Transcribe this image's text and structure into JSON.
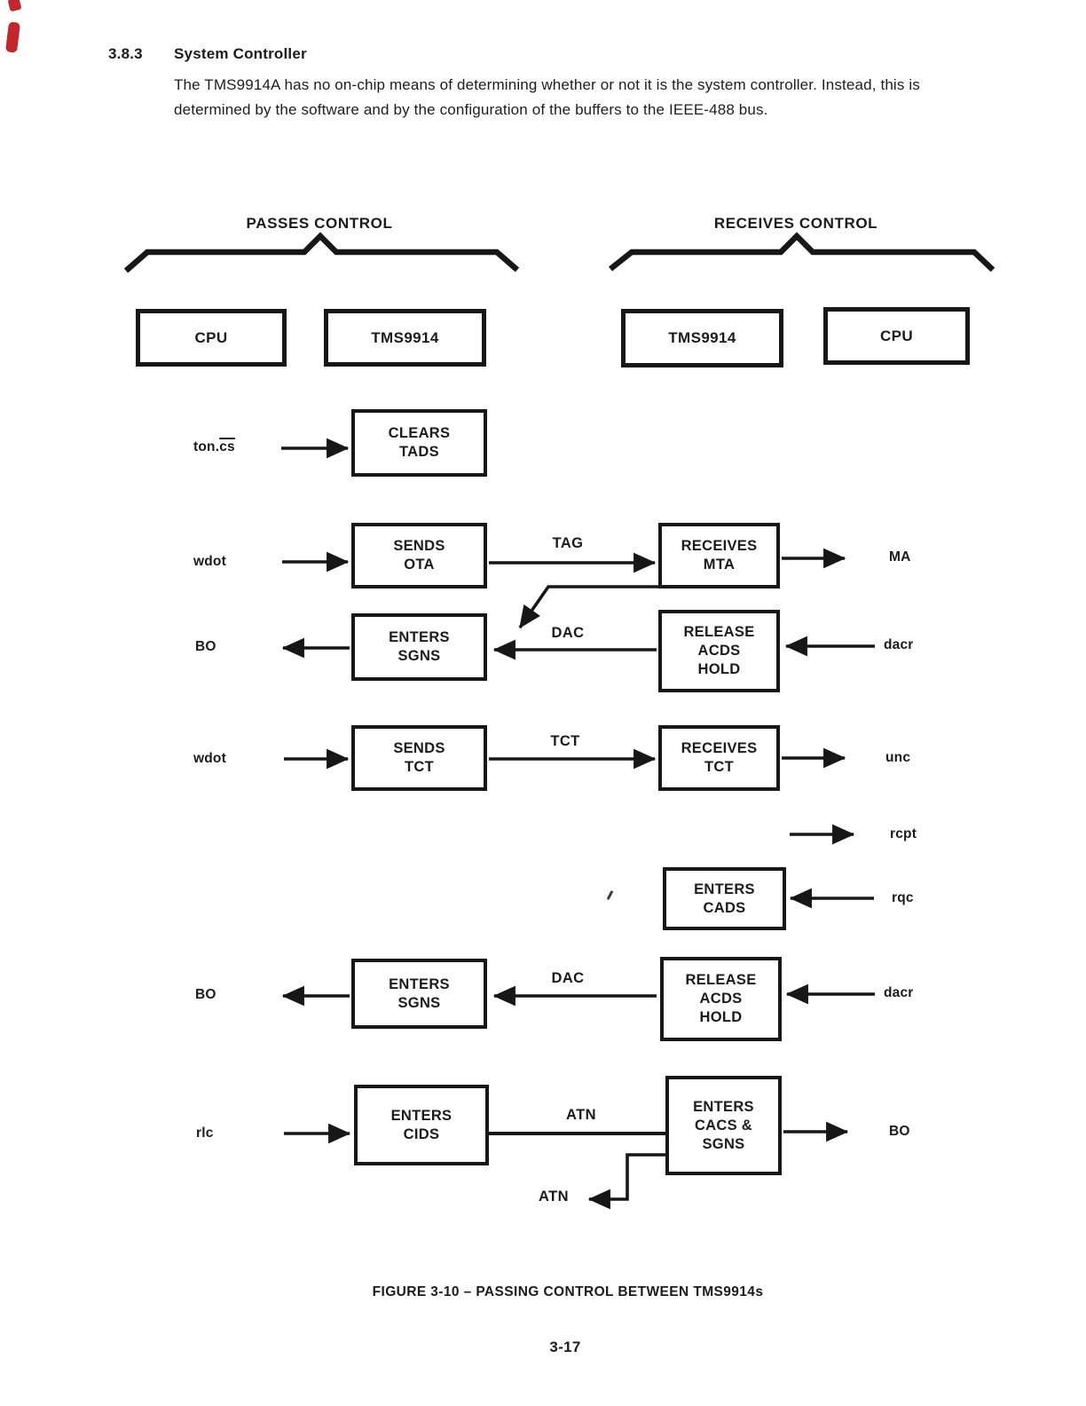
{
  "colors": {
    "ink": "#1b1b1b",
    "red_mark": "#c2272d"
  },
  "header": {
    "section_number": "3.8.3",
    "section_title": "System Controller",
    "body_line1": "The TMS9914A has no on-chip means of determining whether or not it is the system controller. Instead, this is",
    "body_line2": "determined by the software and by the configuration of the buffers to the IEEE-488 bus."
  },
  "diagram": {
    "left_group_title": "PASSES CONTROL",
    "right_group_title": "RECEIVES CONTROL",
    "top_boxes": [
      {
        "label": "CPU"
      },
      {
        "label": "TMS9914"
      },
      {
        "label": "TMS9914"
      },
      {
        "label": "CPU"
      }
    ],
    "flow_boxes": [
      {
        "text": "CLEARS\nTADS"
      },
      {
        "text": "SENDS\nOTA"
      },
      {
        "text": "RECEIVES\nMTA"
      },
      {
        "text": "ENTERS\nSGNS"
      },
      {
        "text": "RELEASE\nACDS\nHOLD"
      },
      {
        "text": "SENDS\nTCT"
      },
      {
        "text": "RECEIVES\nTCT"
      },
      {
        "text": "ENTERS\nCADS"
      },
      {
        "text": "ENTERS\nSGNS"
      },
      {
        "text": "RELEASE\nACDS\nHOLD"
      },
      {
        "text": "ENTERS\nCIDS"
      },
      {
        "text": "ENTERS\nCACS &\nSGNS"
      }
    ],
    "labels": {
      "ton_prefix": "ton.",
      "ton_overlined": "cs",
      "wdot1": "wdot",
      "bo1": "BO",
      "wdot2": "wdot",
      "bo2": "BO",
      "rlc": "rlc",
      "ma": "MA",
      "dacr1": "dacr",
      "unc": "unc",
      "rcpt": "rcpt",
      "rqc": "rqc",
      "dacr2": "dacr",
      "bo3": "BO",
      "tag": "TAG",
      "dac1": "DAC",
      "tct": "TCT",
      "dac2": "DAC",
      "atn_top": "ATN",
      "atn_bottom": "ATN"
    }
  },
  "footer": {
    "figure_caption": "FIGURE 3-10 – PASSING CONTROL BETWEEN TMS9914s",
    "page_number": "3-17"
  }
}
